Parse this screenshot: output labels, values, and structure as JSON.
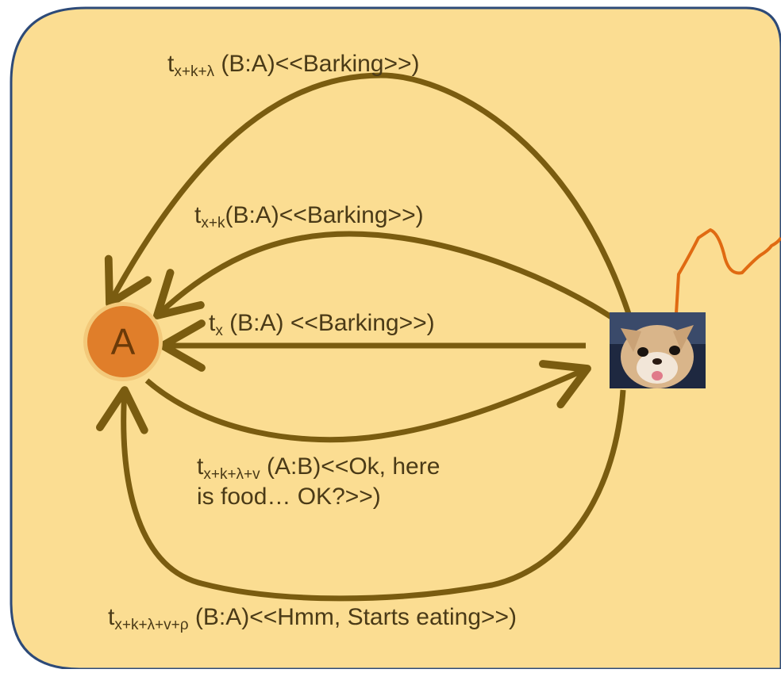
{
  "node_a_label": "A",
  "dog_image": "chihuahua-photo",
  "colors": {
    "panel_fill": "#fbdd92",
    "panel_border": "#2d4a78",
    "arrow": "#7a5c10",
    "node_fill": "#e07e2a",
    "orange_line": "#e06a12"
  },
  "messages": [
    {
      "t": "t",
      "sub": "x+k+λ",
      "text": " (B:A)<<Barking>>)"
    },
    {
      "t": "t",
      "sub": "x+k",
      "text": "(B:A)<<Barking>>)"
    },
    {
      "t": "t",
      "sub": "x",
      "text": " (B:A) <<Barking>>)"
    },
    {
      "t": "t",
      "sub": "x+k+λ+v",
      "text": " (A:B)<<Ok, here",
      "line2": "is food… OK?>>)"
    },
    {
      "t": "t",
      "sub": "x+k+λ+v+ρ",
      "text": " (B:A)<<Hmm, Starts eating>>)"
    }
  ]
}
